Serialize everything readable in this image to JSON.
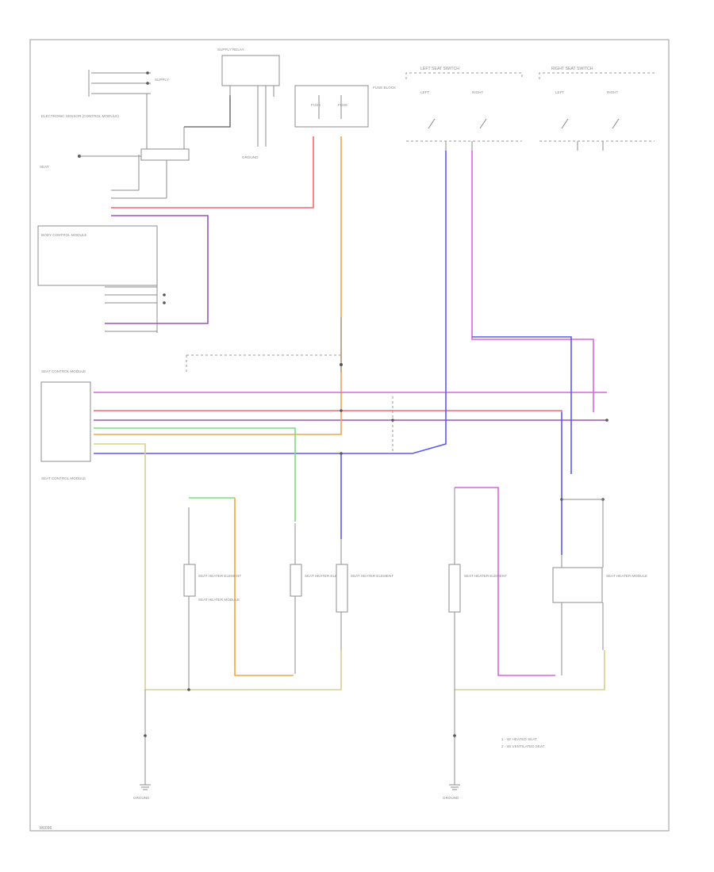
{
  "page": {
    "footer": " W0096"
  },
  "colors": {
    "red": "#f06a6a",
    "orange": "#f5a346",
    "purple": "#9a55b8",
    "magenta": "#e060e8",
    "blue": "#5a5aee",
    "green": "#78e078",
    "yellow": "#d8cf8e",
    "gray": "#8c8c8c",
    "black": "#222222"
  },
  "components": {
    "top_left_harness": "ELECTRONIC SENSOR (CONTROL MODULE)",
    "top_conn": "SUPPLY RELAY",
    "fuse_block": "FUSE BLOCK",
    "fuse_a": "FUSE",
    "fuse_b": "FUSE",
    "left_switch_group": "LEFT SEAT SWITCH",
    "right_switch_group": "RIGHT SEAT SWITCH",
    "switch_left": "LEFT",
    "switch_right": "RIGHT",
    "mid_left_module": "BODY CONTROL MODULE",
    "control_module": "SEAT CONTROL MODULE",
    "left_ground": "GROUND",
    "right_ground": "GROUND",
    "heater_1": "SEAT HEATER ELEMENT",
    "heater_2": "SEAT HEATER ELEMENT",
    "heater_3": "SEAT HEATER ELEMENT",
    "heater_4": "SEAT HEATER ELEMENT",
    "left_element_module": "SEAT HEATER MODULE",
    "right_element_module": "SEAT HEATER MODULE"
  },
  "notes": {
    "note_1": "1 - W/ HEATED SEAT",
    "note_2": "2 - W/ VENTILATED SEAT"
  }
}
